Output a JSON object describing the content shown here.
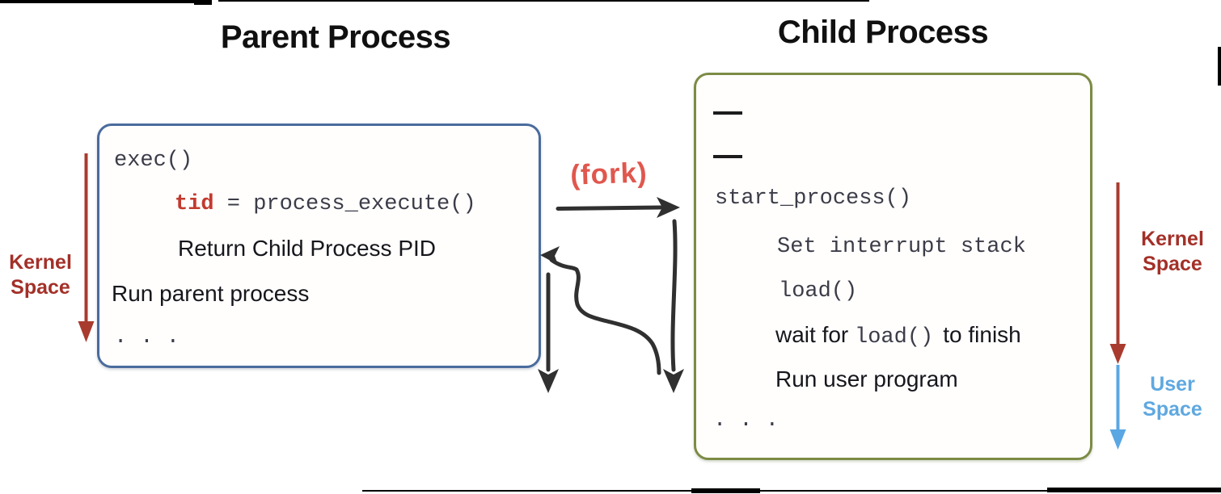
{
  "titles": {
    "parent": "Parent Process",
    "child": "Child Process"
  },
  "annotations": {
    "fork": "(fork)"
  },
  "parent_box": {
    "line1": "exec()",
    "line2_var": "tid",
    "line2_rest": " = process_execute()",
    "line3": "Return Child Process PID",
    "line4": "Run parent process",
    "line5": ". . ."
  },
  "child_box": {
    "line1": "start_process()",
    "line2": "Set interrupt stack",
    "line3": "load()",
    "line4_pre": "wait for ",
    "line4_code": "load()",
    "line4_post": "to finish",
    "line5": "Run user program",
    "line6": ". . ."
  },
  "labels": {
    "kernel_left_line1": "Kernel",
    "kernel_left_line2": "Space",
    "kernel_right_line1": "Kernel",
    "kernel_right_line2": "Space",
    "user_right_line1": "User",
    "user_right_line2": "Space"
  },
  "colors": {
    "parent_box_border": "#4a6b9d",
    "child_box_border": "#7c8b44",
    "kernel_space_red": "#a33028",
    "red_arrow": "#a83b2e",
    "user_space_blue": "#5fa8e0",
    "blue_arrow": "#5aa7e3",
    "fork_red": "#e0574e",
    "code_var_red": "#c23a2e",
    "dark_arrow": "#303030",
    "code_text": "#3c3c48"
  }
}
